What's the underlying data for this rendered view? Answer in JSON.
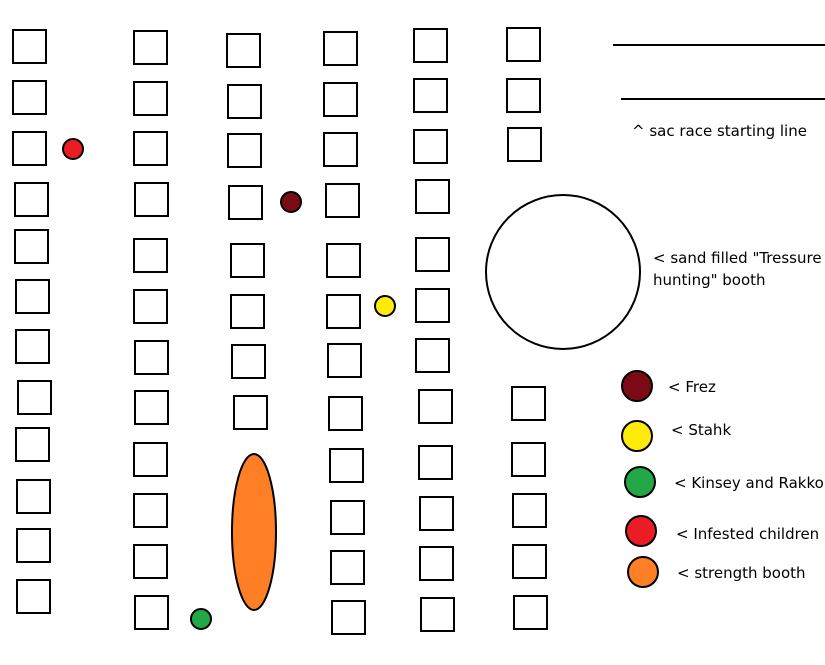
{
  "map": {
    "annotations": {
      "start_line": "^ sac race starting line",
      "sand_booth_line1": "< sand filled \"Tressure",
      "sand_booth_line2": "hunting\" booth"
    },
    "legend": [
      {
        "key": "frez",
        "label": "< Frez",
        "color": "#7b0a14"
      },
      {
        "key": "stahk",
        "label": "< Stahk",
        "color": "#ffeb0a"
      },
      {
        "key": "kinsey-rakko",
        "label": "< Kinsey and Rakko",
        "color": "#22a947"
      },
      {
        "key": "infested-children",
        "label": "< Infested children",
        "color": "#ec1c24"
      },
      {
        "key": "strength-booth",
        "label": "< strength booth",
        "color": "#ff7f27"
      }
    ]
  }
}
